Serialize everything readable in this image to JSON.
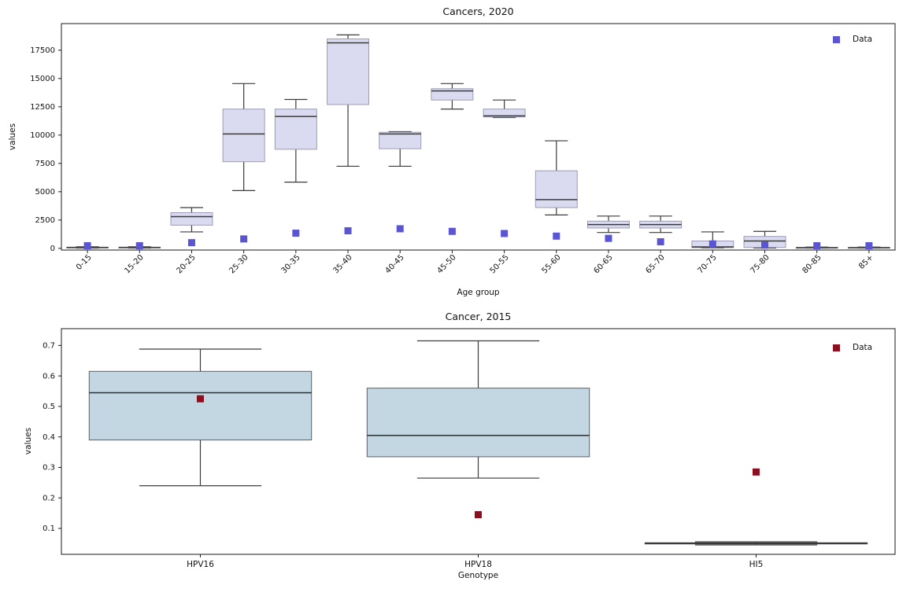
{
  "figure": {
    "background": "#ffffff"
  },
  "chart_data": [
    {
      "type": "boxplot",
      "title": "Cancers, 2020",
      "xlabel": "Age group",
      "ylabel": "values",
      "legend": {
        "label": "Data",
        "marker_color": "#5a55d2",
        "position": "upper right"
      },
      "grid": false,
      "box_fill": "#dadaf0",
      "box_edge": "#9b9bb5",
      "whisker_color": "#3b3b3b",
      "median_color": "#3a3a3a",
      "marker_color": "#5a55d2",
      "marker_shape": "square",
      "ylim": [
        -150,
        19850
      ],
      "yticks": [
        0,
        2500,
        5000,
        7500,
        10000,
        12500,
        15000,
        17500
      ],
      "x_tick_rotation": 45,
      "categories": [
        "0-15",
        "15-20",
        "20-25",
        "25-30",
        "30-35",
        "35-40",
        "40-45",
        "45-50",
        "50-55",
        "55-60",
        "60-65",
        "65-70",
        "70-75",
        "75-80",
        "80-85",
        "85+"
      ],
      "boxes": [
        {
          "whislo": 20,
          "q1": 40,
          "med": 70,
          "q3": 110,
          "whishi": 150
        },
        {
          "whislo": 20,
          "q1": 40,
          "med": 70,
          "q3": 110,
          "whishi": 150
        },
        {
          "whislo": 1450,
          "q1": 2050,
          "med": 2800,
          "q3": 3150,
          "whishi": 3600
        },
        {
          "whislo": 5100,
          "q1": 7650,
          "med": 10100,
          "q3": 12300,
          "whishi": 14550
        },
        {
          "whislo": 5850,
          "q1": 8750,
          "med": 11650,
          "q3": 12300,
          "whishi": 13150
        },
        {
          "whislo": 7250,
          "q1": 12700,
          "med": 18150,
          "q3": 18500,
          "whishi": 18850
        },
        {
          "whislo": 7250,
          "q1": 8800,
          "med": 10100,
          "q3": 10250,
          "whishi": 10300
        },
        {
          "whislo": 12300,
          "q1": 13100,
          "med": 13900,
          "q3": 14100,
          "whishi": 14550
        },
        {
          "whislo": 11550,
          "q1": 11600,
          "med": 11700,
          "q3": 12300,
          "whishi": 13100
        },
        {
          "whislo": 2950,
          "q1": 3600,
          "med": 4300,
          "q3": 6850,
          "whishi": 9500
        },
        {
          "whislo": 1400,
          "q1": 1800,
          "med": 2100,
          "q3": 2400,
          "whishi": 2850
        },
        {
          "whislo": 1400,
          "q1": 1800,
          "med": 2100,
          "q3": 2400,
          "whishi": 2850
        },
        {
          "whislo": 30,
          "q1": 60,
          "med": 130,
          "q3": 650,
          "whishi": 1450
        },
        {
          "whislo": 30,
          "q1": 80,
          "med": 650,
          "q3": 1050,
          "whishi": 1500
        },
        {
          "whislo": 20,
          "q1": 35,
          "med": 55,
          "q3": 80,
          "whishi": 110
        },
        {
          "whislo": 20,
          "q1": 35,
          "med": 55,
          "q3": 80,
          "whishi": 110
        }
      ],
      "markers": [
        230,
        230,
        500,
        830,
        1340,
        1550,
        1730,
        1500,
        1310,
        1080,
        880,
        580,
        390,
        280,
        230,
        230
      ]
    },
    {
      "type": "boxplot",
      "title": "Cancer, 2015",
      "xlabel": "Genotype",
      "ylabel": "values",
      "legend": {
        "label": "Data",
        "marker_color": "#8b0f1e",
        "position": "upper right"
      },
      "grid": false,
      "box_fill": "#c3d7e2",
      "box_edge": "#5a6068",
      "whisker_color": "#3b3b3b",
      "median_color": "#2e2e2e",
      "marker_color": "#8b0f1e",
      "marker_shape": "square",
      "ylim": [
        0.015,
        0.755
      ],
      "yticks": [
        0.1,
        0.2,
        0.3,
        0.4,
        0.5,
        0.6,
        0.7
      ],
      "x_tick_rotation": 0,
      "categories": [
        "HPV16",
        "HPV18",
        "HI5"
      ],
      "boxes": [
        {
          "whislo": 0.24,
          "q1": 0.39,
          "med": 0.545,
          "q3": 0.615,
          "whishi": 0.688
        },
        {
          "whislo": 0.265,
          "q1": 0.335,
          "med": 0.405,
          "q3": 0.56,
          "whishi": 0.715
        },
        {
          "whislo": 0.046,
          "q1": 0.049,
          "med": 0.051,
          "q3": 0.053,
          "whishi": 0.056
        }
      ],
      "markers": [
        0.525,
        0.145,
        0.285
      ]
    }
  ]
}
